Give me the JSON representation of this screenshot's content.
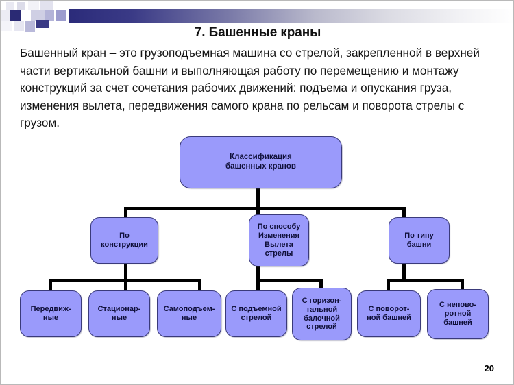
{
  "slide": {
    "title": "7. Башенные краны",
    "page_number": "20",
    "body_paragraph": "Башенный кран – это грузоподъемная машина со стрелой, закрепленной в верхней части вертикальной башни и выполняющая работу по перемещению и монтажу конструкций за счет сочетания рабочих движений: подъема и опускания груза, изменения вылета, передвижения самого крана по рельсам и поворота стрелы с грузом."
  },
  "colors": {
    "node_fill": "#9A9AFB",
    "node_border": "#3A3A7A",
    "connector": "#000000",
    "gradient_start": "#2B2B7A",
    "gradient_end": "#FFFFFF",
    "text": "#10103A"
  },
  "diagram": {
    "type": "tree",
    "root": {
      "label": "Классификация\nбашенных кранов",
      "line1": "Классификация",
      "line2": "башенных кранов"
    },
    "level2": [
      {
        "id": "construction",
        "lines": [
          "По",
          "конструкции"
        ]
      },
      {
        "id": "boom-reach-method",
        "lines": [
          "По способу",
          "Изменения",
          "Вылета",
          "стрелы"
        ]
      },
      {
        "id": "tower-type",
        "lines": [
          "По типу",
          "башни"
        ]
      }
    ],
    "leaves": [
      {
        "id": "mobile",
        "parent": "construction",
        "lines": [
          "Передвиж-",
          "ные"
        ]
      },
      {
        "id": "stationary",
        "parent": "construction",
        "lines": [
          "Стационар-",
          "ные"
        ]
      },
      {
        "id": "self-erecting",
        "parent": "construction",
        "lines": [
          "Самоподъем-",
          "ные"
        ]
      },
      {
        "id": "luffing-boom",
        "parent": "boom-reach-method",
        "lines": [
          "С подъемной",
          "стрелой"
        ]
      },
      {
        "id": "horizontal-boom",
        "parent": "boom-reach-method",
        "lines": [
          "С горизон-",
          "тальной",
          "балочной",
          "стрелой"
        ]
      },
      {
        "id": "slewing-tower",
        "parent": "tower-type",
        "lines": [
          "С поворот-",
          "ной башней"
        ]
      },
      {
        "id": "non-slewing-tower",
        "parent": "tower-type",
        "lines": [
          "С непово-",
          "ротной",
          "башней"
        ]
      }
    ]
  }
}
